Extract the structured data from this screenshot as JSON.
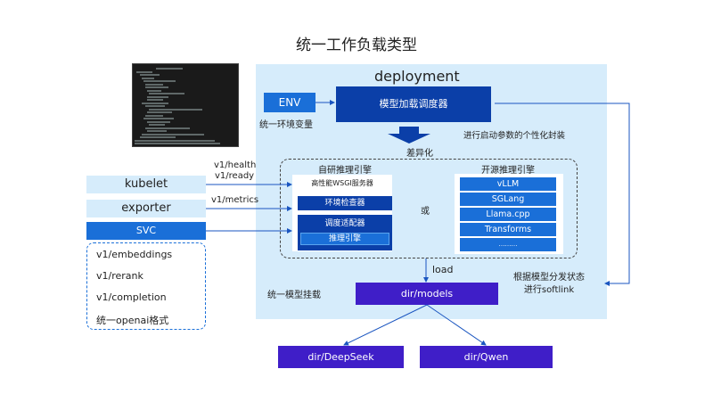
{
  "title": "统一工作负载类型",
  "deployment": {
    "label": "deployment",
    "env": {
      "label": "ENV",
      "caption": "统一环境变量"
    },
    "loader": {
      "label": "模型加载调度器",
      "caption": "进行启动参数的个性化封装"
    },
    "differentiation_label": "差异化",
    "inhouse_engine": {
      "title": "自研推理引擎",
      "server": "高性能WSGI服务器",
      "env_checker": "环境检查器",
      "adapter": "调度适配器",
      "engine": "推理引擎"
    },
    "or_label": "或",
    "oss_engine": {
      "title": "开源推理引擎",
      "items": [
        "vLLM",
        "SGLang",
        "Llama.cpp",
        "Transforms",
        "………"
      ]
    },
    "mount_label": "统一模型挂载",
    "load_label": "load",
    "models_dir": "dir/models",
    "softlink_label": [
      "根据模型分发状态",
      "进行softlink"
    ]
  },
  "clients": {
    "kubelet": "kubelet",
    "exporter": "exporter",
    "svc": "SVC",
    "health_edge": [
      "v1/health",
      "v1/ready"
    ],
    "metrics_edge": "v1/metrics",
    "apis": [
      "v1/embeddings",
      "v1/rerank",
      "v1/completion",
      "统一openai格式"
    ]
  },
  "model_dirs": [
    "dir/DeepSeek",
    "dir/Qwen"
  ],
  "colors": {
    "light_blue": "#d6ecfb",
    "blue": "#1a6fd8",
    "dark_blue": "#0b3fa8",
    "purple": "#3f1ec8",
    "line": "#1a55c0"
  }
}
